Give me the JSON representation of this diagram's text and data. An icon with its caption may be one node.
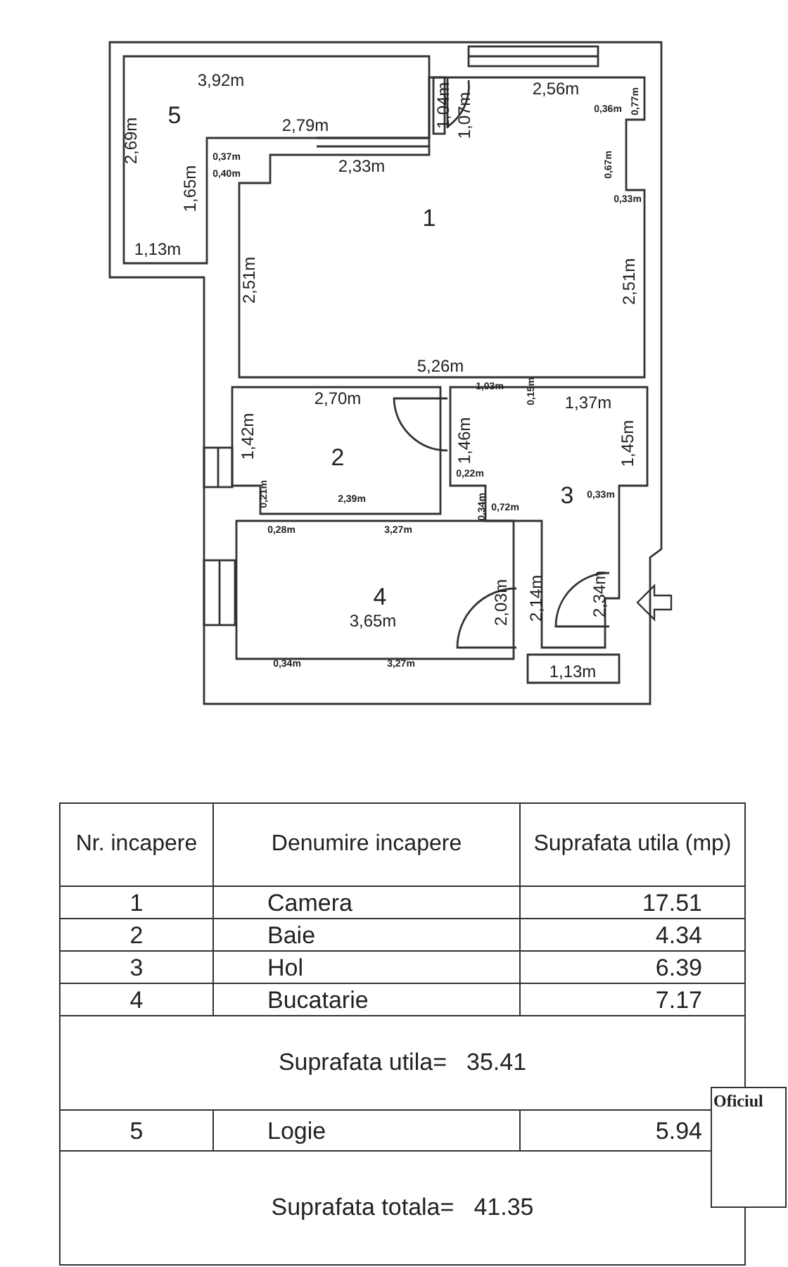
{
  "diagram": {
    "labels": [
      "3,92m",
      "5",
      "2,56m",
      "1,04m",
      "1,07m",
      "0,77m",
      "2,79m",
      "0,36m",
      "2,69m",
      "0,37m",
      "2,33m",
      "0,67m",
      "1,65m",
      "0,40m",
      "0,33m",
      "1",
      "1,13m",
      "2,51m",
      "2,51m",
      "5,26m",
      "1,03m",
      "0,15m",
      "2,70m",
      "1,37m",
      "1,42m",
      "1,46m",
      "1,45m",
      "2",
      "0,22m",
      "0,21m",
      "2,39m",
      "3",
      "0,33m",
      "0,34m",
      "0,72m",
      "0,28m",
      "3,27m",
      "4",
      "3,65m",
      "2,03m",
      "2,14m",
      "2,34m",
      "0,34m",
      "3,27m",
      "1,13m",
      "Nr. incapere",
      "Denumire incapere",
      "Suprafata utila (mp)",
      "1",
      "Camera",
      "17.51",
      "2",
      "Baie",
      "4.34",
      "3",
      "Hol",
      "6.39",
      "4",
      "Bucatarie",
      "7.17",
      "Suprafata utila=",
      "35.41",
      "Oficiul",
      "5",
      "Logie",
      "5.94",
      "Suprafata totala=",
      "41.35"
    ]
  }
}
